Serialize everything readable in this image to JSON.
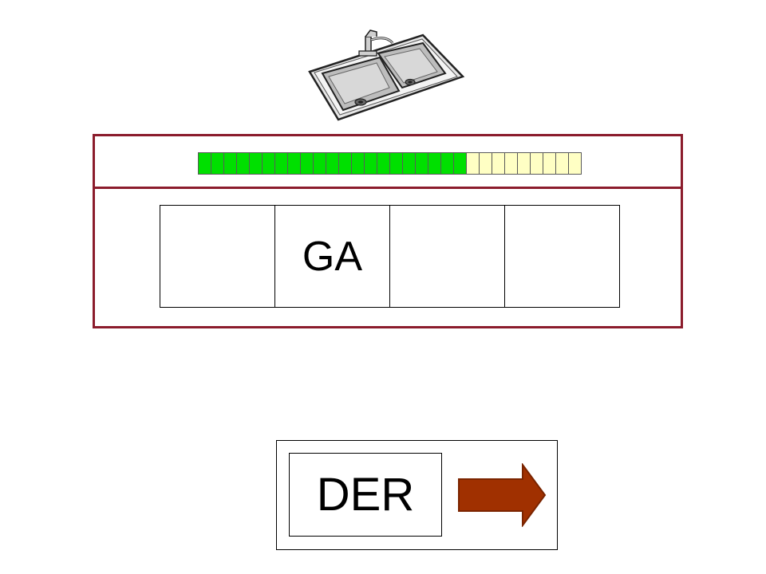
{
  "progress": {
    "total_segments": 30,
    "filled_segments": 21,
    "filled_color": "#00e000",
    "empty_color": "#ffffc4"
  },
  "slots": [
    "",
    "GA",
    "",
    ""
  ],
  "answer": {
    "label": "DER"
  },
  "icons": {
    "picture": "kitchen-sink-icon",
    "next": "arrow-right-icon"
  },
  "colors": {
    "panel_border": "#8b1c2c",
    "arrow_fill": "#a03000"
  }
}
